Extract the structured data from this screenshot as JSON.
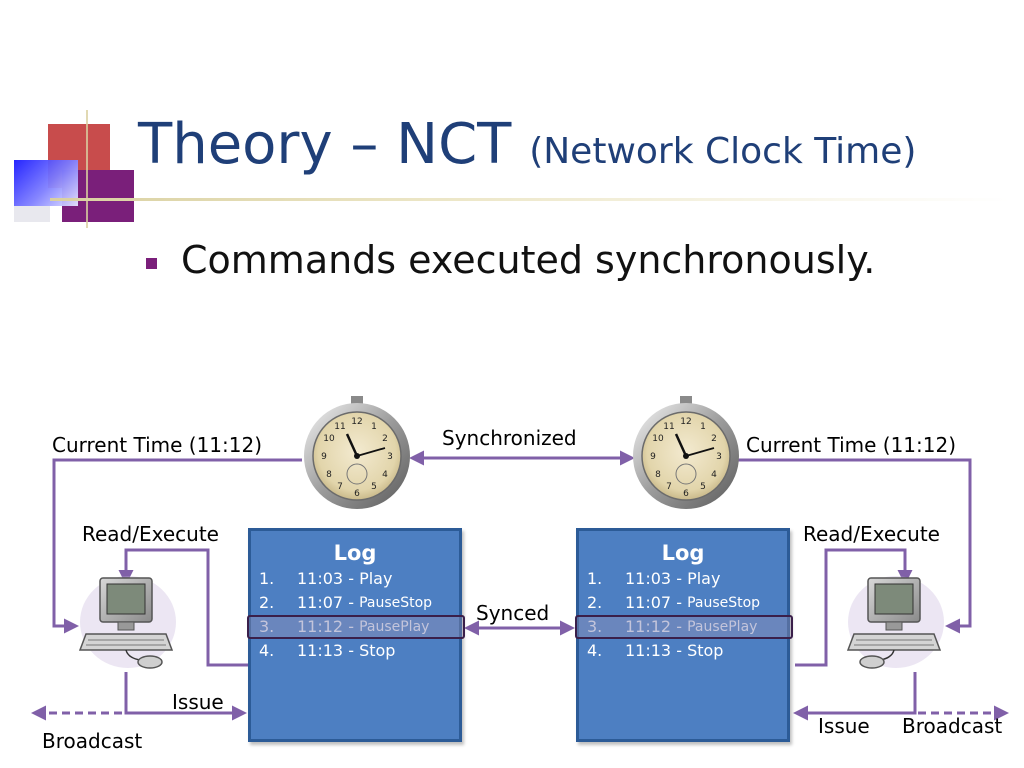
{
  "slide": {
    "title_main": "Theory – NCT",
    "title_sub": "(Network Clock Time)",
    "bullet": "Commands executed synchronously."
  },
  "diagram": {
    "synchronized_label": "Synchronized",
    "synced_label": "Synced",
    "left": {
      "current_time": "Current Time (11:12)",
      "read_execute": "Read/Execute",
      "issue": "Issue",
      "broadcast": "Broadcast"
    },
    "right": {
      "current_time": "Current Time (11:12)",
      "read_execute": "Read/Execute",
      "issue": "Issue",
      "broadcast": "Broadcast"
    },
    "log_left": {
      "title": "Log",
      "entries": [
        {
          "num": "1.",
          "time": "11:03 -",
          "cmd": "Play"
        },
        {
          "num": "2.",
          "time": "11:07 -",
          "cmd": "PauseStop"
        },
        {
          "num": "3.",
          "time": "11:12 -",
          "cmd": "PausePlay"
        },
        {
          "num": "4.",
          "time": "11:13 -",
          "cmd": "Stop"
        }
      ]
    },
    "log_right": {
      "title": "Log",
      "entries": [
        {
          "num": "1.",
          "time": "11:03 -",
          "cmd": "Play"
        },
        {
          "num": "2.",
          "time": "11:07 -",
          "cmd": "PauseStop"
        },
        {
          "num": "3.",
          "time": "11:12 -",
          "cmd": "PausePlay"
        },
        {
          "num": "4.",
          "time": "11:13 -",
          "cmd": "Stop"
        }
      ]
    },
    "colors": {
      "arrow": "#8060a8",
      "log_fill": "#4d7fc2",
      "title": "#1f3f78"
    },
    "icons": [
      "stopwatch-icon",
      "computer-icon"
    ]
  }
}
